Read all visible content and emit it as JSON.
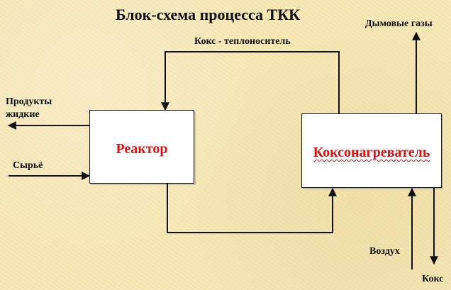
{
  "title": "Блок-схема процесса ТКК",
  "nodes": {
    "reactor": {
      "label": "Реактор"
    },
    "coke_heater": {
      "label": "Коксонагреватель"
    }
  },
  "labels": {
    "coke_carrier": "Кокс - теплоноситель",
    "flue_gases": "Дымовые газы",
    "liquid_products_line1": "Продукты",
    "liquid_products_line2": "жидкие",
    "feedstock": "Сырьё",
    "air": "Воздух",
    "coke": "Кокс"
  },
  "colors": {
    "background": "#f6e7b4",
    "box_fill": "#ffffff",
    "node_text": "#e01010",
    "line": "#111111"
  }
}
